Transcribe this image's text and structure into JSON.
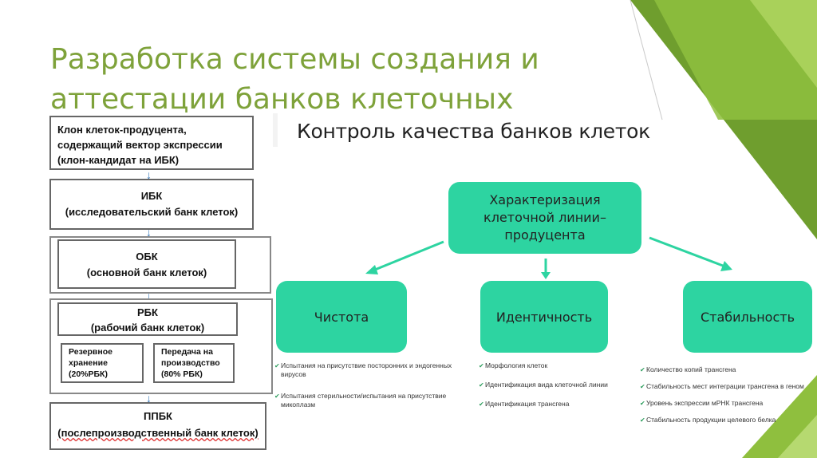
{
  "title": {
    "line1": "Разработка системы создания и",
    "line2": "аттестации банков клеточных линий"
  },
  "flow": {
    "klon": {
      "line1": "Клон клеток-продуцента,",
      "line2": "содержащий вектор экспрессии",
      "line3": "(клон-кандидат на ИБК)"
    },
    "ibk": {
      "line1": "ИБК",
      "line2": "(исследовательский банк клеток)"
    },
    "obk": {
      "line1": "ОБК",
      "line2": "(основной банк клеток)"
    },
    "rbk": {
      "line1": "РБК",
      "line2": "(рабочий банк клеток)"
    },
    "reserve": {
      "line1": "Резервное",
      "line2": "хранение",
      "line3": "(20%РБК)"
    },
    "transfer": {
      "line1": "Передача на",
      "line2": "производство",
      "line3": "(80% РБК)"
    },
    "ppbk": {
      "line1": "ППБК",
      "line2": "(послепроизводственный банк клеток)"
    },
    "arrow_glyph": "↓"
  },
  "diagram": {
    "subtitle": "Контроль качества банков клеток",
    "root": {
      "line1": "Характеризация",
      "line2": "клеточной линии–",
      "line3": "продуцента"
    },
    "purity": {
      "label": "Чистота",
      "items": [
        "Испытания на присутствие посторонних и эндогенных вирусов",
        "Испытания стерильности/испытания на присутствие микоплазм"
      ]
    },
    "identity": {
      "label": "Идентичность",
      "items": [
        "Морфология клеток",
        "Идентификация вида клеточной линии",
        "Идентификация трансгена"
      ]
    },
    "stability": {
      "label": "Стабильность",
      "items": [
        "Количество копий трансгена",
        "Стабильность мест интеграции трансгена в геном",
        "Уровень экспрессии мРНК трансгена",
        "Стабильность продукции целевого белка"
      ]
    },
    "check_glyph": "✔"
  },
  "colors": {
    "title": "#7ea23a",
    "box_green": "#2dd4a1",
    "arrow_green": "#2dd4a1",
    "deco_green_dark": "#6f9e2e",
    "deco_green_light": "#9cc84a"
  }
}
